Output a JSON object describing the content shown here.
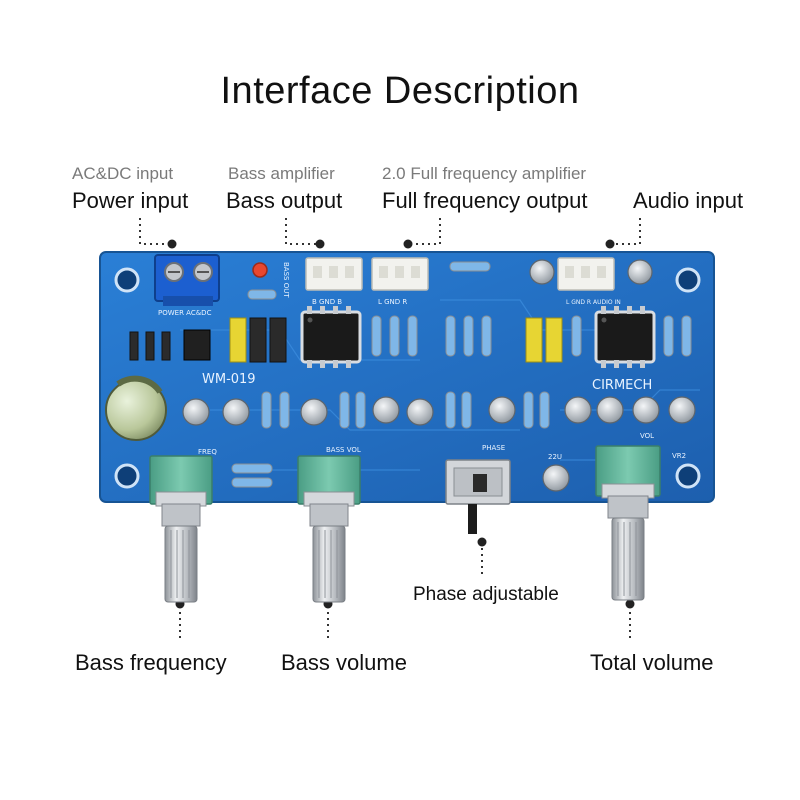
{
  "title": "Interface Description",
  "callouts": {
    "power": {
      "sub": "AC&DC input",
      "label": "Power input"
    },
    "bass_out": {
      "sub": "Bass amplifier",
      "label": "Bass output"
    },
    "full_out": {
      "sub": "2.0 Full frequency amplifier",
      "label": "Full frequency output"
    },
    "audio_in": {
      "label": "Audio input"
    },
    "phase": {
      "label": "Phase adjustable"
    },
    "bass_freq": {
      "label": "Bass frequency"
    },
    "bass_vol": {
      "label": "Bass volume"
    },
    "total_vol": {
      "label": "Total volume"
    }
  },
  "board": {
    "model": "WM-019",
    "brand": "CIRMECH",
    "silk": {
      "power": "POWER AC&DC",
      "bass_out": "BASS OUT",
      "conn_bgb": "B GND B",
      "conn_lgr": "L GND R",
      "conn_audio": "L GND R AUDIO IN",
      "freq": "FREQ",
      "bass_vol": "BASS VOL",
      "phase": "PHASE",
      "vol": "VOL",
      "vr2": "VR2",
      "cap22u": "22U"
    }
  },
  "colors": {
    "pcb": "#1f6fc2",
    "pcb_edge": "#2f86de",
    "terminal": "#1c5fd0",
    "connector": "#f2f2ee",
    "pot_body": "#5fb39a",
    "shaft": "#c9ccd0",
    "chip": "#1a1a1a"
  }
}
